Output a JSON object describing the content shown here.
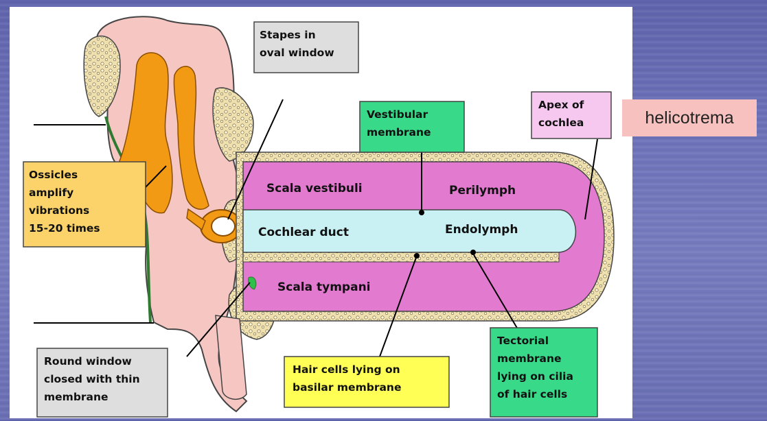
{
  "labels": {
    "stapes": [
      "Stapes in",
      "oval window"
    ],
    "vestibular_membrane": [
      "Vestibular",
      "membrane"
    ],
    "apex": [
      "Apex of",
      "cochlea"
    ],
    "ossicles": [
      "Ossicles",
      "amplify",
      "vibrations",
      "15-20 times"
    ],
    "round_window": [
      "Round window",
      "closed with thin",
      "membrane"
    ],
    "hair_cells": [
      "Hair cells lying on",
      "basilar membrane"
    ],
    "tectorial": [
      "Tectorial",
      "membrane",
      "lying on cilia",
      "of hair cells"
    ],
    "scala_vestibuli": "Scala vestibuli",
    "perilymph": "Perilymph",
    "cochlear_duct": "Cochlear duct",
    "endolymph": "Endolymph",
    "scala_tympani": "Scala tympani"
  },
  "helicotrema": "helicotrema",
  "colors": {
    "scala": "#e27ad0",
    "duct": "#c9f1f4",
    "ear": "#f5c6c2",
    "ossicle": "#f39a14",
    "bone": "#efe0b0",
    "green_box": "#39d98a",
    "pink_box": "#f6c8f0",
    "yellow_box": "#ffff55",
    "orange_box": "#fcd36a",
    "gray_box": "#dedede"
  }
}
